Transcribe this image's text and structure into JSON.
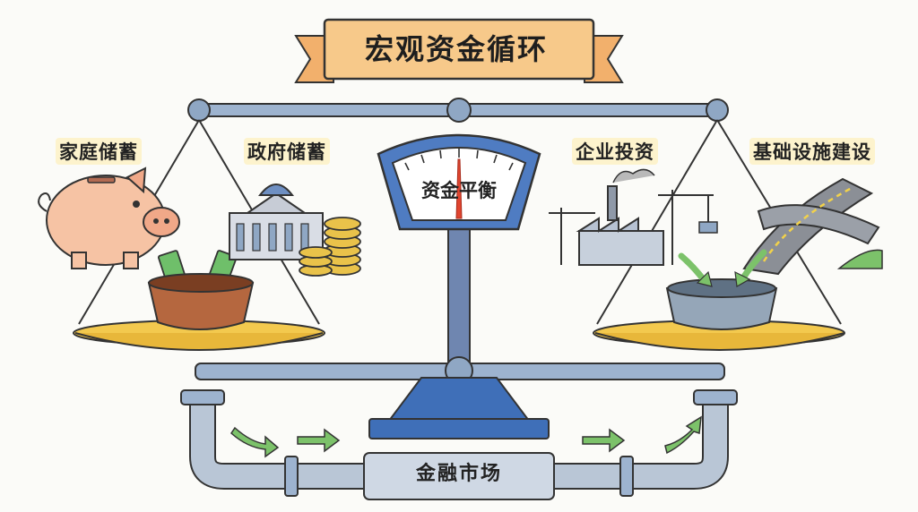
{
  "title": "宏观资金循环",
  "center_gauge": {
    "label": "资金平衡"
  },
  "left_pan": {
    "labels": [
      "家庭储蓄",
      "政府储蓄"
    ]
  },
  "right_pan": {
    "labels": [
      "企业投资",
      "基础设施建设"
    ]
  },
  "pipeline": {
    "label": "金融市场"
  },
  "colors": {
    "banner": "#f7c98a",
    "scale_frame": "#8fa7c4",
    "gauge_needle": "#e0452f",
    "pan_gold": "#f3c94e",
    "piggy": "#f6c3a4",
    "coins": "#e9c24a",
    "flow_arrow": "#7cc26a"
  }
}
